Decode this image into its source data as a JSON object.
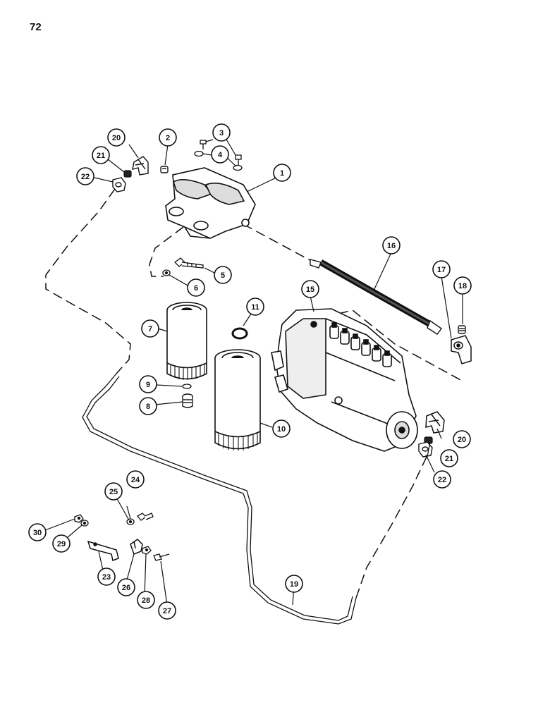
{
  "page_number": "72",
  "callouts": [
    {
      "id": "c1",
      "label": "1"
    },
    {
      "id": "c2",
      "label": "2"
    },
    {
      "id": "c3",
      "label": "3"
    },
    {
      "id": "c4",
      "label": "4"
    },
    {
      "id": "c5",
      "label": "5"
    },
    {
      "id": "c6",
      "label": "6"
    },
    {
      "id": "c7",
      "label": "7"
    },
    {
      "id": "c8",
      "label": "8"
    },
    {
      "id": "c9",
      "label": "9"
    },
    {
      "id": "c10",
      "label": "10"
    },
    {
      "id": "c11",
      "label": "11"
    },
    {
      "id": "c15",
      "label": "15"
    },
    {
      "id": "c16",
      "label": "16"
    },
    {
      "id": "c17",
      "label": "17"
    },
    {
      "id": "c18",
      "label": "18"
    },
    {
      "id": "c19",
      "label": "19"
    },
    {
      "id": "c20a",
      "label": "20"
    },
    {
      "id": "c20b",
      "label": "20"
    },
    {
      "id": "c21a",
      "label": "21"
    },
    {
      "id": "c21b",
      "label": "21"
    },
    {
      "id": "c22a",
      "label": "22"
    },
    {
      "id": "c22b",
      "label": "22"
    },
    {
      "id": "c23",
      "label": "23"
    },
    {
      "id": "c24",
      "label": "24"
    },
    {
      "id": "c25",
      "label": "25"
    },
    {
      "id": "c26",
      "label": "26"
    },
    {
      "id": "c27",
      "label": "27"
    },
    {
      "id": "c28",
      "label": "28"
    },
    {
      "id": "c29",
      "label": "29"
    },
    {
      "id": "c30",
      "label": "30"
    }
  ]
}
